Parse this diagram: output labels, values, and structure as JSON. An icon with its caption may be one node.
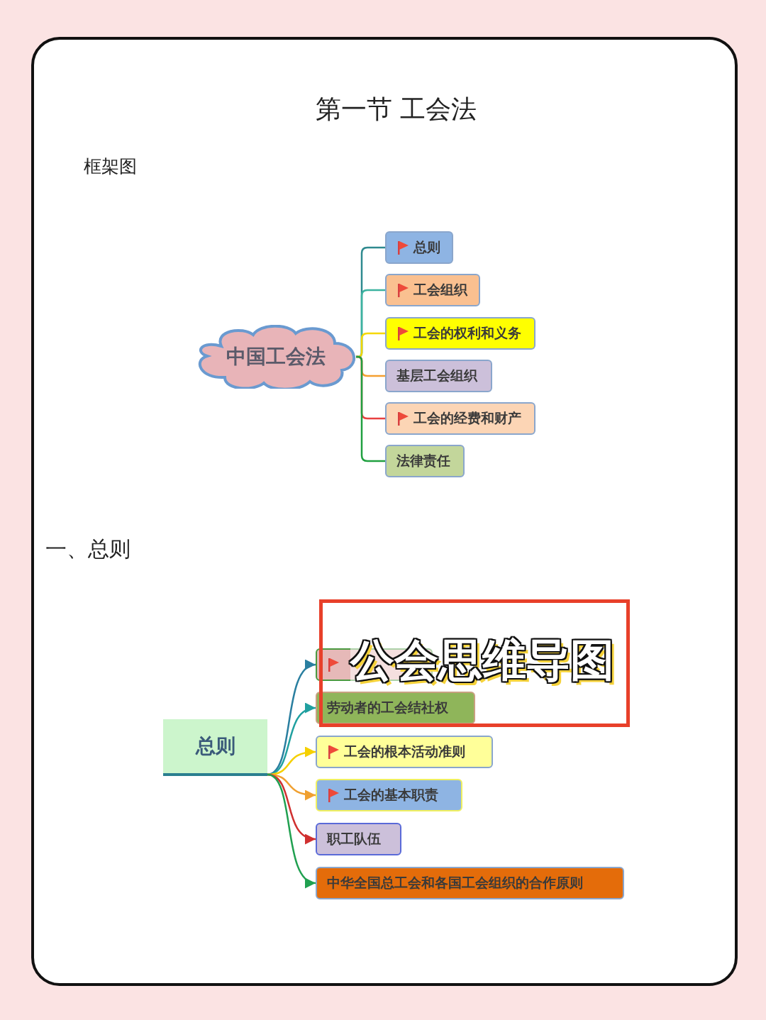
{
  "diagram": {
    "title": "第一节 工会法",
    "nodes": [
      {
        "text": [
          "中国工会法"
        ]
      },
      {
        "text": [
          "总则"
        ]
      },
      {
        "text": [
          "工会组织"
        ]
      },
      {
        "text": [
          "工会的权利和义务"
        ]
      },
      {
        "text": [
          "基层工会组织"
        ]
      },
      {
        "text": [
          "工会的经费和财产"
        ]
      },
      {
        "text": [
          "法律责任"
        ]
      },
      {
        "text": [
          "总则"
        ]
      },
      {
        "text": [],
        "shape": "box"
      },
      {
        "text": [
          "劳动者的工会结社权"
        ]
      },
      {
        "text": [
          "工会的根本活动准则"
        ]
      },
      {
        "text": [
          "工会的基本职责"
        ]
      },
      {
        "text": [
          "职工队伍"
        ]
      },
      {
        "text": [
          "中华全国总工会和各国工会组织的合作原则"
        ]
      }
    ],
    "edges": [
      {
        "from": 0,
        "to": 1,
        "arrow": "none",
        "color": "#2f8a8f"
      },
      {
        "from": 0,
        "to": 2,
        "arrow": "none",
        "color": "#3cb3a0"
      },
      {
        "from": 0,
        "to": 3,
        "arrow": "none",
        "color": "#f5d800"
      },
      {
        "from": 0,
        "to": 4,
        "arrow": "none",
        "color": "#f5a030"
      },
      {
        "from": 0,
        "to": 5,
        "arrow": "none",
        "color": "#e84040"
      },
      {
        "from": 0,
        "to": 6,
        "arrow": "none",
        "color": "#20a040"
      },
      {
        "from": 7,
        "to": 8,
        "arrow": "to",
        "color": "#2a7fa0"
      },
      {
        "from": 7,
        "to": 9,
        "arrow": "to",
        "color": "#20a0a0"
      },
      {
        "from": 7,
        "to": 10,
        "arrow": "to",
        "color": "#f5d000"
      },
      {
        "from": 7,
        "to": 11,
        "arrow": "to",
        "color": "#f0a030"
      },
      {
        "from": 7,
        "to": 12,
        "arrow": "to",
        "color": "#d03030"
      },
      {
        "from": 7,
        "to": 13,
        "arrow": "to",
        "color": "#20a050"
      }
    ],
    "labels": [
      "框架图",
      "一、总则",
      "公会思维导图"
    ]
  }
}
